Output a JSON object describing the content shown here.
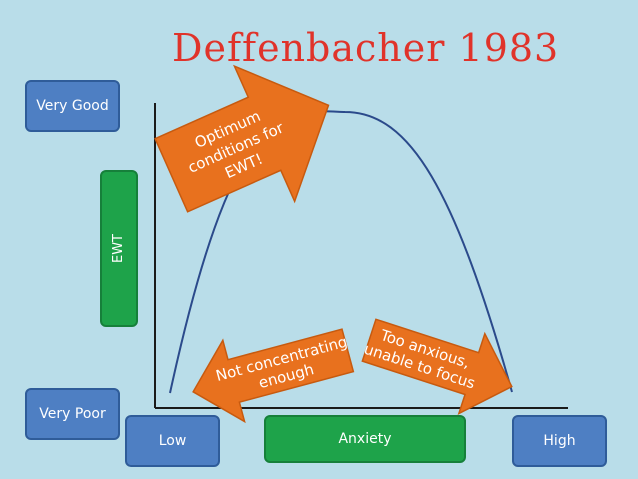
{
  "title": "Deffenbacher 1983",
  "labels": {
    "very_good": "Very Good",
    "very_poor": "Very Poor",
    "low": "Low",
    "high": "High",
    "x_axis": "Anxiety",
    "y_axis": "EWT"
  },
  "arrows": {
    "optimum": [
      "Optimum",
      "conditions for",
      "EWT!"
    ],
    "not_concentrating": [
      "Not concentrating",
      "enough"
    ],
    "too_anxious": [
      "Too anxious,",
      "unable to focus"
    ]
  },
  "colors": {
    "background": "#b9dde9",
    "arrow": "#e8711e",
    "box_blue": "#4e7fc3",
    "box_green": "#1ea34a",
    "title_red": "#e0332a",
    "curve": "#2b4a8b"
  }
}
